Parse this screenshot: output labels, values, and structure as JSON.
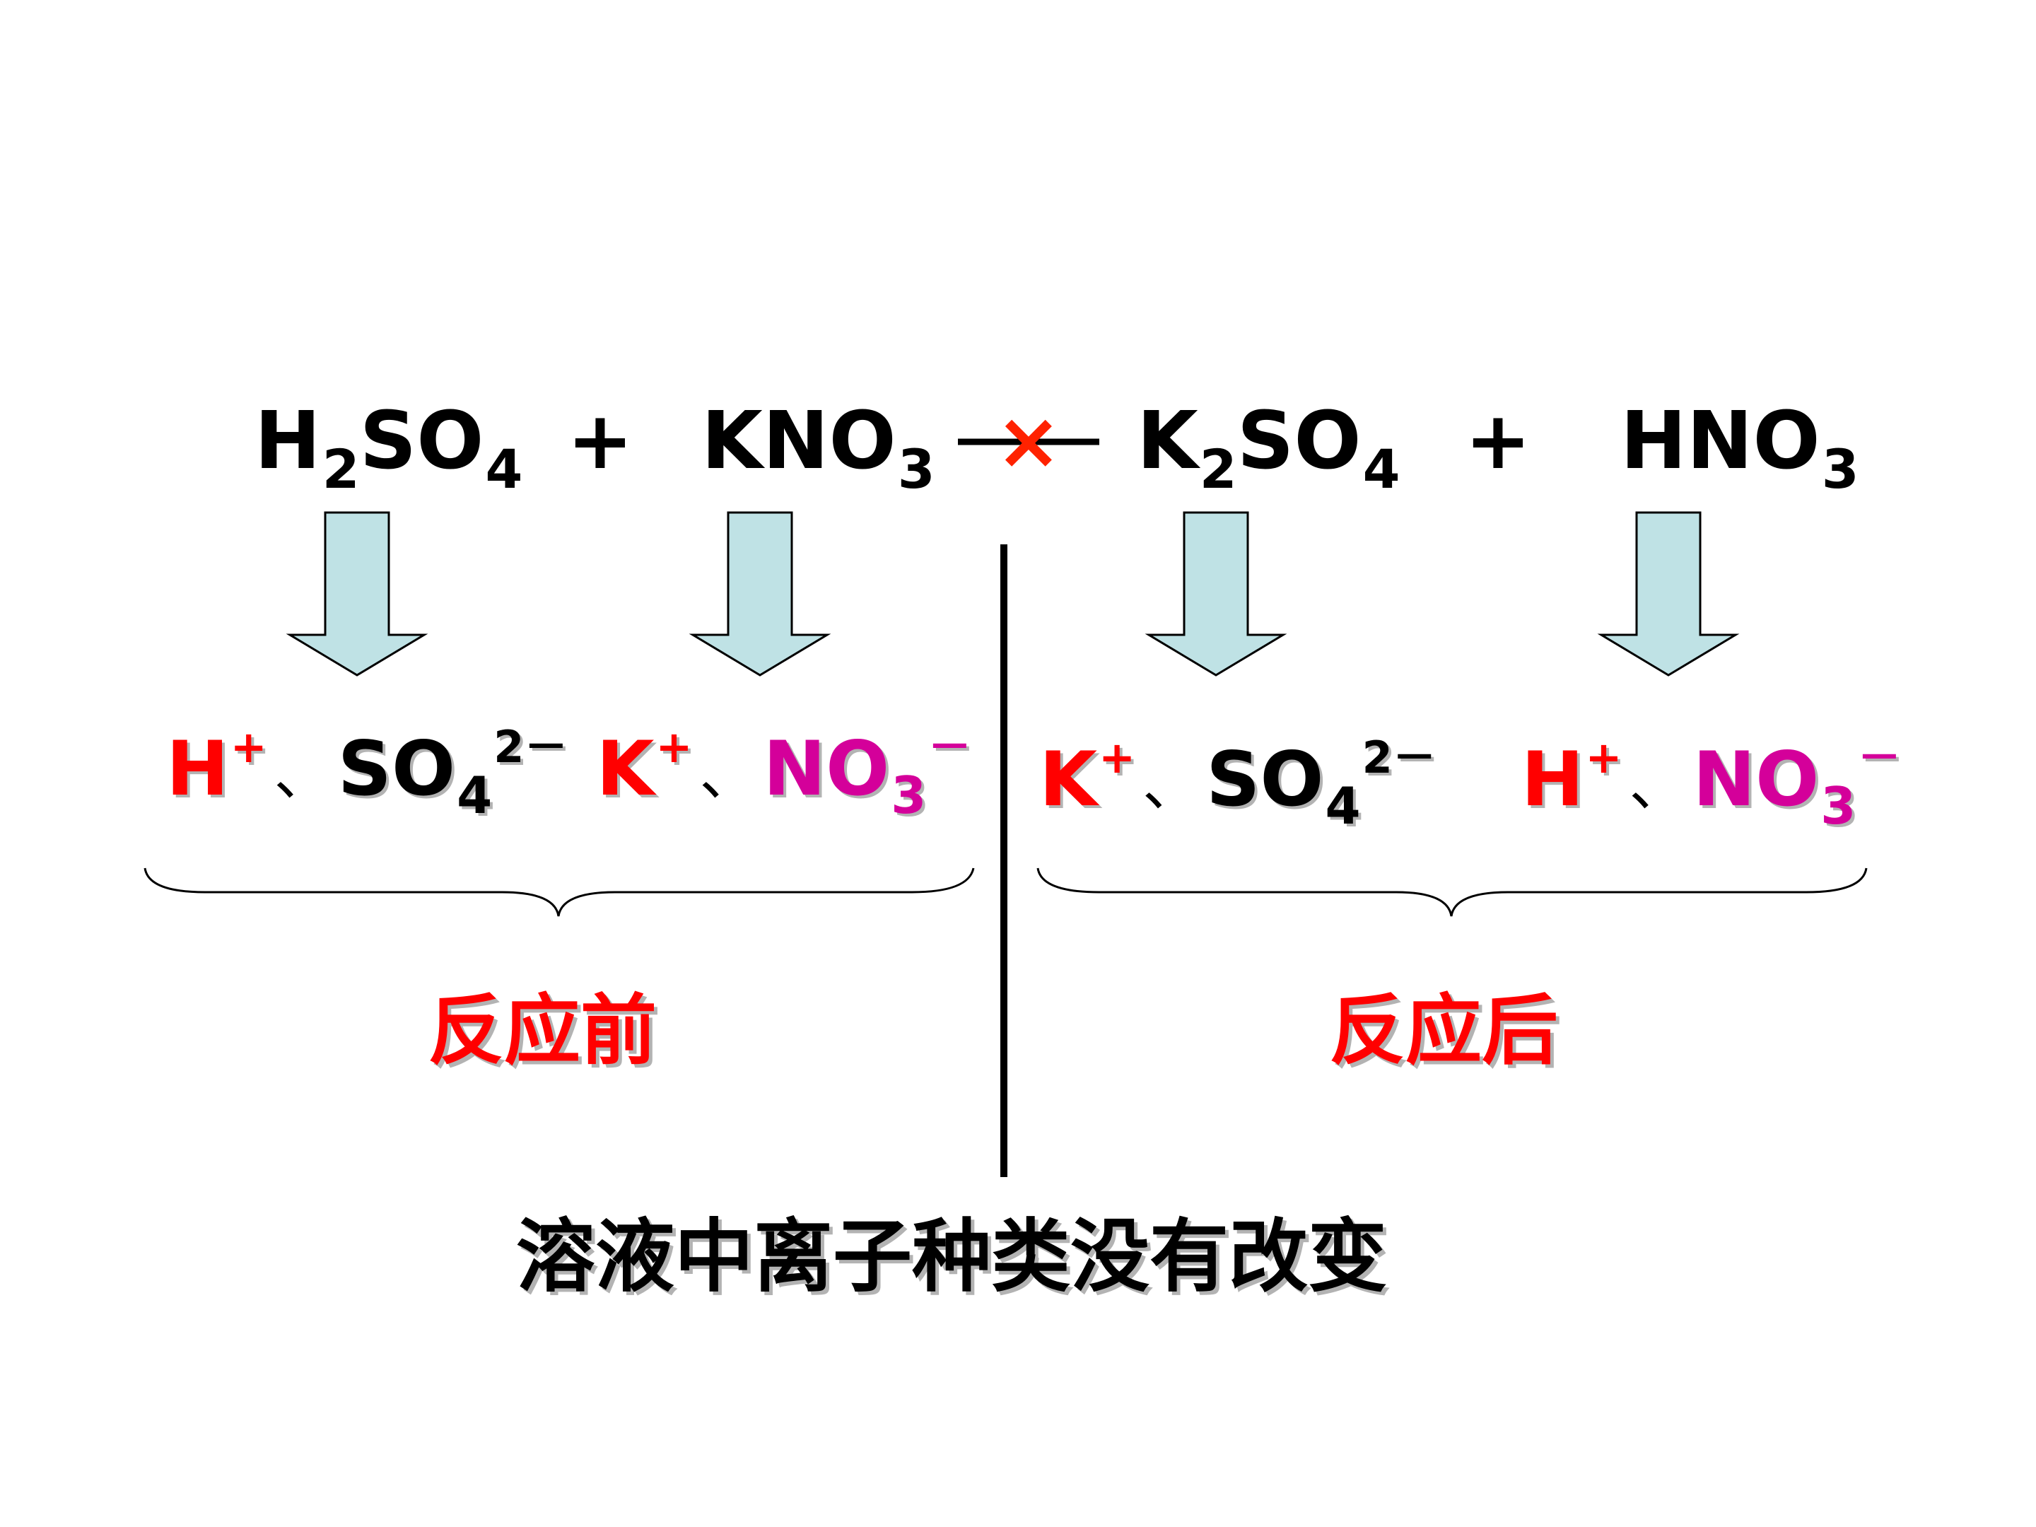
{
  "colors": {
    "cation": "#ff0000",
    "anion_sulfate": "#000000",
    "anion_nitrate": "#d4009a",
    "label": "#ff0000",
    "arrow_fill": "#bfe2e5",
    "arrow_stroke": "#000000",
    "cross": "#ff2200"
  },
  "equation": {
    "reactant1": {
      "base1": "H",
      "sub1": "2",
      "base2": "SO",
      "sub2": "4"
    },
    "plus1": "+",
    "reactant2": {
      "base1": "KNO",
      "sub1": "3"
    },
    "cross_mark": "×",
    "product1": {
      "base1": "K",
      "sub1": "2",
      "base2": "SO",
      "sub2": "4"
    },
    "plus2": "+",
    "product2": {
      "base1": "HNO",
      "sub1": "3"
    }
  },
  "ions": {
    "separator": "、",
    "left": {
      "h": {
        "sym": "H",
        "charge": "+"
      },
      "so4": {
        "sym": "SO",
        "sub": "4",
        "charge": "2－"
      },
      "k": {
        "sym": "K",
        "charge": "+"
      },
      "no3": {
        "sym": "NO",
        "sub": "3",
        "charge": "－"
      }
    },
    "right": {
      "k": {
        "sym": "K",
        "charge": "+"
      },
      "so4": {
        "sym": "SO",
        "sub": "4",
        "charge": "2－"
      },
      "h": {
        "sym": "H",
        "charge": "+"
      },
      "no3": {
        "sym": "NO",
        "sub": "3",
        "charge": "－"
      }
    }
  },
  "labels": {
    "before": "反应前",
    "after": "反应后",
    "conclusion": "溶液中离子种类没有改变"
  }
}
